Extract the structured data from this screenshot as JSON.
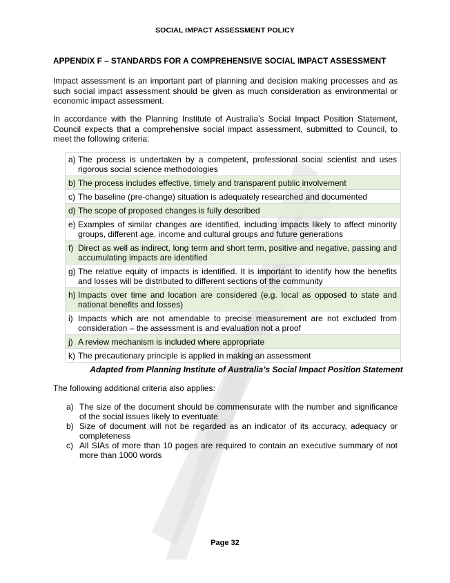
{
  "header": "SOCIAL IMPACT ASSESSMENT POLICY",
  "appendix_title": "APPENDIX F – STANDARDS FOR A COMPREHENSIVE SOCIAL IMPACT ASSESSMENT",
  "intro_paragraphs": [
    "Impact assessment is an important part of planning and decision making processes and as such social impact assessment should be given as much consideration as environmental or economic impact assessment.",
    "In accordance with the Planning Institute of Australia’s Social Impact Position Statement, Council expects that a comprehensive social impact assessment, submitted to Council, to meet the following criteria:"
  ],
  "criteria": [
    {
      "letter": "a)",
      "text": "The process is undertaken by a competent, professional social scientist and uses rigorous social science methodologies"
    },
    {
      "letter": "b)",
      "text": "The process includes effective, timely and transparent public involvement"
    },
    {
      "letter": "c)",
      "text": "The baseline (pre-change) situation is adequately researched and documented"
    },
    {
      "letter": "d)",
      "text": "The scope of proposed changes is fully described"
    },
    {
      "letter": "e)",
      "text": "Examples of similar changes are identified, including impacts likely to affect minority groups, different age, income and cultural groups and future generations"
    },
    {
      "letter": "f)",
      "text": "Direct as well as indirect, long term and short term, positive and negative, passing and accumulating impacts are identified"
    },
    {
      "letter": "g)",
      "text": "The relative equity of impacts is identified. It is important to identify how the benefits and losses will be distributed to different sections of the community"
    },
    {
      "letter": "h)",
      "text": "Impacts over time and location are considered (e.g. local as opposed to state and national benefits and losses)"
    },
    {
      "letter": "i)",
      "text": "Impacts which are not amendable to precise measurement are not excluded from consideration – the assessment is and evaluation not a proof"
    },
    {
      "letter": "j)",
      "text": "A review mechanism is included where appropriate"
    },
    {
      "letter": "k)",
      "text": "The precautionary principle is applied in making an assessment"
    }
  ],
  "table_caption": "Adapted from Planning Institute of Australia’s Social Impact Position Statement",
  "additional_intro": "The following additional criteria also applies:",
  "additional_criteria": [
    {
      "letter": "a)",
      "text": "The size of the document should be commensurate with the number and significance of the social issues likely to eventuate"
    },
    {
      "letter": "b)",
      "text": "Size of document will not be regarded as an indicator of its accuracy, adequacy or completeness"
    },
    {
      "letter": "c)",
      "text": "All SIAs of more than 10 pages are required to contain an executive summary of not more than 1000 words"
    }
  ],
  "footer": "Page 32",
  "colors": {
    "shaded_row": "#e2ebd6",
    "watermark": "#d9d9d9",
    "table_border": "#d9d9d9"
  }
}
